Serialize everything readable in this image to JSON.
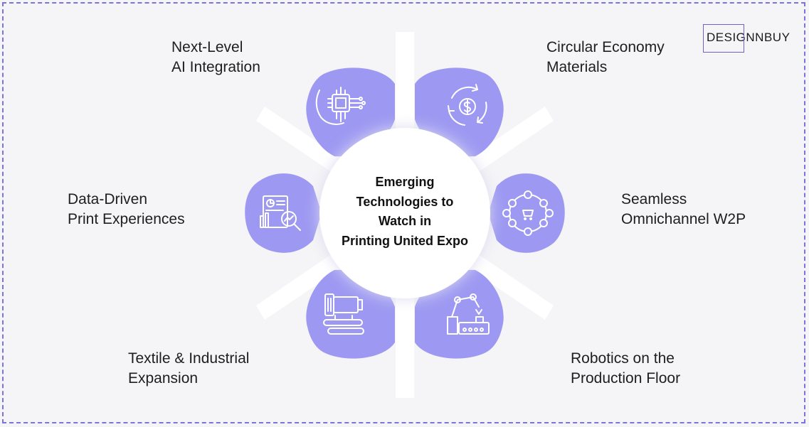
{
  "logo": {
    "text": "DESIGNNBUY"
  },
  "center": {
    "lines": [
      "Emerging",
      "Technologies to",
      "Watch in",
      "Printing United Expo"
    ]
  },
  "items": [
    {
      "label": "Next-Level\nAI Integration",
      "icon": "ai-chip-icon"
    },
    {
      "label": "Circular Economy\nMaterials",
      "icon": "recycle-money-icon"
    },
    {
      "label": "Data-Driven\nPrint Experiences",
      "icon": "analytics-report-icon"
    },
    {
      "label": "Seamless\nOmnichannel W2P",
      "icon": "omnichannel-network-icon"
    },
    {
      "label": "Textile & Industrial\nExpansion",
      "icon": "textile-machine-icon"
    },
    {
      "label": "Robotics on the\nProduction Floor",
      "icon": "robotic-arm-icon"
    }
  ],
  "colors": {
    "accent": "#9d99f2",
    "border": "#7b73e0",
    "background": "#f5f5f7"
  }
}
